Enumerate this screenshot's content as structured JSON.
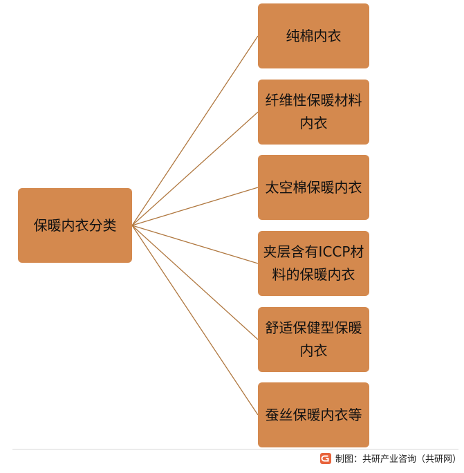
{
  "diagram": {
    "root": {
      "label": "保暖内衣分类"
    },
    "children": [
      {
        "label": "纯棉内衣"
      },
      {
        "label": "纤维性保暖材料内衣"
      },
      {
        "label": "太空棉保暖内衣"
      },
      {
        "label": "夹层含有ICCP材料的保暖内衣"
      },
      {
        "label": "舒适保健型保暖内衣"
      },
      {
        "label": "蚕丝保暖内衣等"
      }
    ]
  },
  "footer": {
    "icon": "gonyn-logo-icon",
    "text": "制图：共研产业咨询（共研网）"
  },
  "colors": {
    "node_fill": "#D4894E",
    "connector": "#B07840",
    "text": "#111111"
  }
}
